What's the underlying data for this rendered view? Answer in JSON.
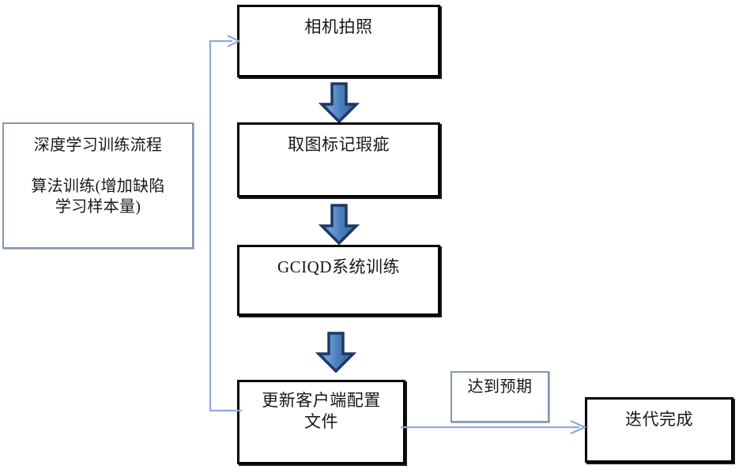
{
  "diagram": {
    "title_text": "深度学习训练流程",
    "note": {
      "line1": "深度学习训练流程",
      "line2": "算法训练(增加缺陷\n学习样本量)"
    },
    "nodes": [
      {
        "id": "camera",
        "label": "相机拍照",
        "kind": "process"
      },
      {
        "id": "mark",
        "label": "取图标记瑕疵",
        "kind": "process"
      },
      {
        "id": "train",
        "label": "GCIQD系统训练",
        "kind": "process"
      },
      {
        "id": "update",
        "label": "更新客户端配置\n文件",
        "kind": "process"
      },
      {
        "id": "expected",
        "label": "达到预期",
        "kind": "note"
      },
      {
        "id": "done",
        "label": "迭代完成",
        "kind": "process"
      }
    ],
    "connectors": [
      {
        "id": "a1",
        "from": "camera",
        "to": "mark",
        "style": "block-arrow-down"
      },
      {
        "id": "a2",
        "from": "mark",
        "to": "train",
        "style": "block-arrow-down"
      },
      {
        "id": "a3",
        "from": "train",
        "to": "update",
        "style": "block-arrow-down"
      },
      {
        "id": "a4",
        "from": "update",
        "to": "done",
        "style": "thin-arrow-right",
        "label": "达到预期"
      },
      {
        "id": "a5",
        "from": "update",
        "to": "camera",
        "style": "thin-arrow-feedback"
      }
    ],
    "colors": {
      "node_border": "#000000",
      "note_border": "#8496b0",
      "arrow_fill": "#4a7ebb",
      "arrow_stroke": "#1f3864",
      "connector_line": "#8eaadb",
      "text": "#15171a",
      "background": "#ffffff"
    }
  }
}
